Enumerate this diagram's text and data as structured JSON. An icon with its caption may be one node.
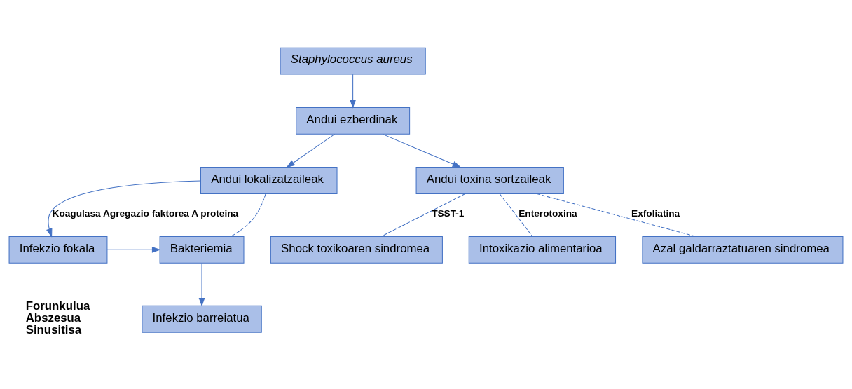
{
  "diagram": {
    "nodes": [
      {
        "text": [
          "Staphylococcus aureus"
        ]
      },
      {
        "text": [
          "Andui ezberdinak"
        ]
      },
      {
        "text": [
          "Andui lokalizatzaileak"
        ]
      },
      {
        "text": [
          "Andui toxina sortzaileak"
        ]
      },
      {
        "text": [
          "Bakteriemia"
        ]
      },
      {
        "text": [
          "Infekzio fokala"
        ],
        "beside": [
          "Forunkulua",
          "Abszesua",
          "Sinusitisa"
        ]
      },
      {
        "text": [
          "Infekzio barreiatua"
        ]
      },
      {
        "text": [
          "Intoxikazio alimentarioa"
        ]
      },
      {
        "text": [
          "Azal galdarraztatuaren sindromea"
        ]
      },
      {
        "text": [
          "Shock toxikoaren sindromea"
        ]
      }
    ],
    "edges": [
      {
        "from": 0,
        "to": 1,
        "arrow": "to"
      },
      {
        "from": 1,
        "to": 2,
        "arrow": "to"
      },
      {
        "from": 1,
        "to": 3,
        "arrow": "to"
      },
      {
        "from": 2,
        "to": 4,
        "arrow": "none",
        "style": "dashed"
      },
      {
        "from": 2,
        "to": 5,
        "arrow": "to",
        "label": "Koagulasa Agregazio faktorea A proteina"
      },
      {
        "from": 5,
        "to": 4,
        "arrow": "to"
      },
      {
        "from": 4,
        "to": 6,
        "arrow": "to"
      },
      {
        "from": 3,
        "to": 7,
        "arrow": "none",
        "style": "dashed",
        "label": "Enterotoxina"
      },
      {
        "from": 3,
        "to": 8,
        "arrow": "none",
        "style": "dashed",
        "label": "Exfoliatina"
      },
      {
        "from": 3,
        "to": 9,
        "arrow": "none",
        "style": "dashed",
        "label": "TSST-1"
      }
    ]
  }
}
